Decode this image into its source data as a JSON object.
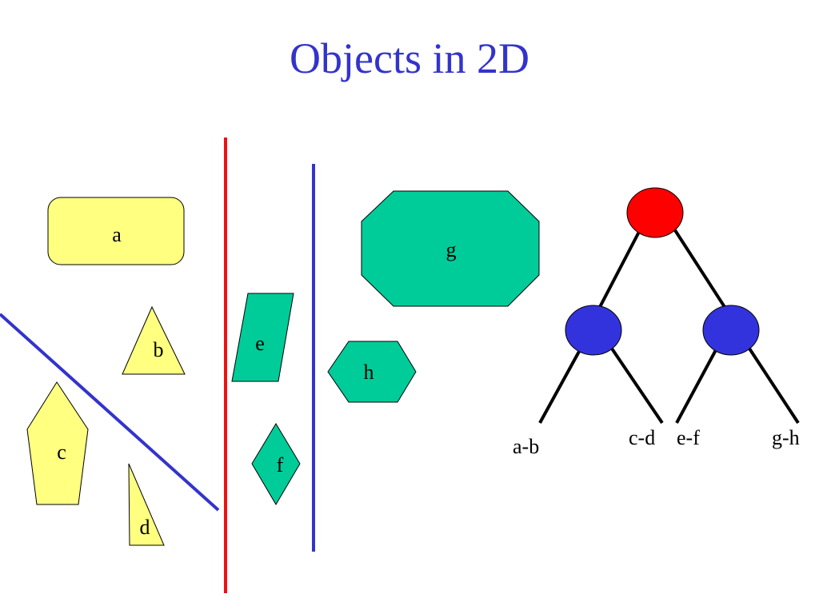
{
  "title": "Objects in 2D",
  "colors": {
    "title": "#3333cc",
    "shape_yellow": "#ffff80",
    "shape_green": "#00cc99",
    "line_red": "#ee1111",
    "line_blue": "#3333cc",
    "node_root": "#ff0000",
    "node_child": "#3333dd",
    "edge": "#000000"
  },
  "shapes": {
    "a": "a",
    "b": "b",
    "c": "c",
    "d": "d",
    "e": "e",
    "f": "f",
    "g": "g",
    "h": "h"
  },
  "tree": {
    "leaf_labels": [
      "a-b",
      "c-d",
      "e-f",
      "g-h"
    ]
  }
}
